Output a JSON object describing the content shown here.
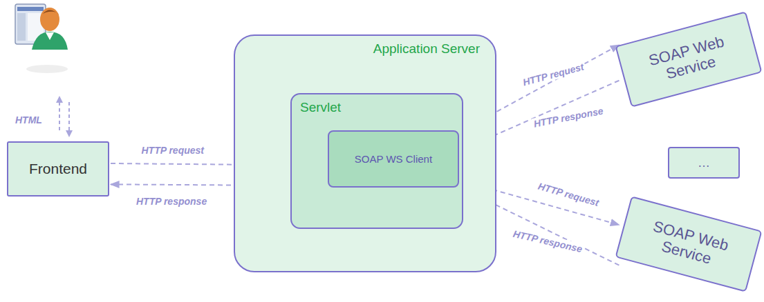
{
  "diagram": {
    "nodes": [
      {
        "text": [
          "Frontend"
        ]
      },
      {
        "text": [
          "Application Server"
        ]
      },
      {
        "text": [
          "Servlet"
        ],
        "in": 1
      },
      {
        "text": [
          "SOAP WS Client"
        ],
        "in": 2
      },
      {
        "text": [
          "SOAP Web Service"
        ]
      },
      {
        "text": [
          "…"
        ]
      },
      {
        "text": [
          "SOAP Web Service"
        ]
      }
    ],
    "edges": [
      {
        "from": 0,
        "to": 2,
        "label": "HTTP request",
        "arrow": "to"
      },
      {
        "from": 2,
        "to": 0,
        "label": "HTTP response",
        "arrow": "to"
      },
      {
        "from": 3,
        "to": 4,
        "label": "HTTP request",
        "arrow": "to"
      },
      {
        "from": 4,
        "to": 3,
        "label": "HTTP response",
        "arrow": "to"
      },
      {
        "from": 3,
        "to": 6,
        "label": "HTTP request",
        "arrow": "to"
      },
      {
        "from": 6,
        "to": 3,
        "label": "HTTP response",
        "arrow": "to"
      }
    ],
    "labels": [
      "HTML"
    ]
  }
}
